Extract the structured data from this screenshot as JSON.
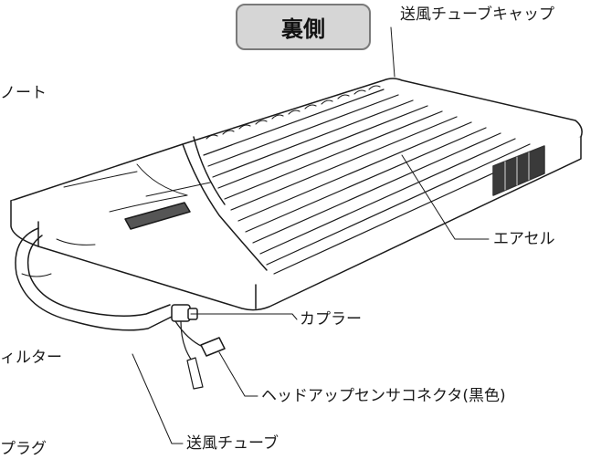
{
  "title": "裏側",
  "labels": {
    "cap": "送風チューブキャップ",
    "sheet": "ノート",
    "aircell": "エアセル",
    "coupler": "カプラー",
    "filter": "ィルター",
    "connector": "ヘッドアップセンサコネクタ(黒色)",
    "plug": "プラグ",
    "tube": "送風チューブ"
  },
  "colors": {
    "line": "#1a1a1a",
    "badge_fill": "#d6d6d6",
    "badge_border": "#7a7a7a",
    "hatch": "#333333"
  }
}
